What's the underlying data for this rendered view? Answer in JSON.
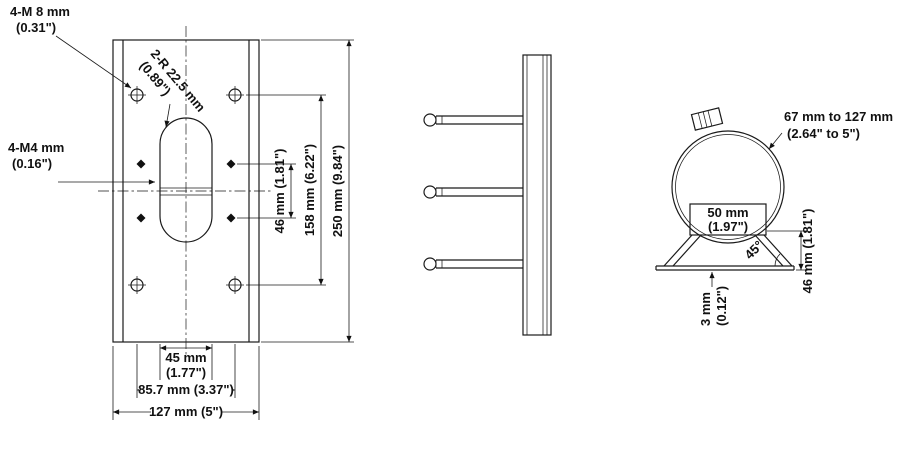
{
  "colors": {
    "line": "#1a1a1a",
    "background": "#ffffff"
  },
  "labels": {
    "front": {
      "m8": "4-M 8 mm",
      "m8_in": "(0.31\")",
      "radius": "2-R 22.5 mm",
      "radius_in": "(0.89\")",
      "m4": "4-M4 mm",
      "m4_in": "(0.16\")",
      "dim_46": "46 mm (1.81\")",
      "dim_158": "158 mm (6.22\")",
      "dim_250": "250 mm (9.84\")",
      "dim_45": "45 mm",
      "dim_45_in": "(1.77\")",
      "dim_85_7": "85.7 mm (3.37\")",
      "dim_127": "127 mm (5\")"
    },
    "top": {
      "clamp_range": "67 mm to 127 mm",
      "clamp_range_in": "(2.64\" to 5\")",
      "dim_50": "50 mm",
      "dim_50_in": "(1.97\")",
      "angle": "45°",
      "dim_46": "46 mm (1.81\")",
      "thickness": "3 mm",
      "thickness_in": "(0.12\")"
    }
  }
}
